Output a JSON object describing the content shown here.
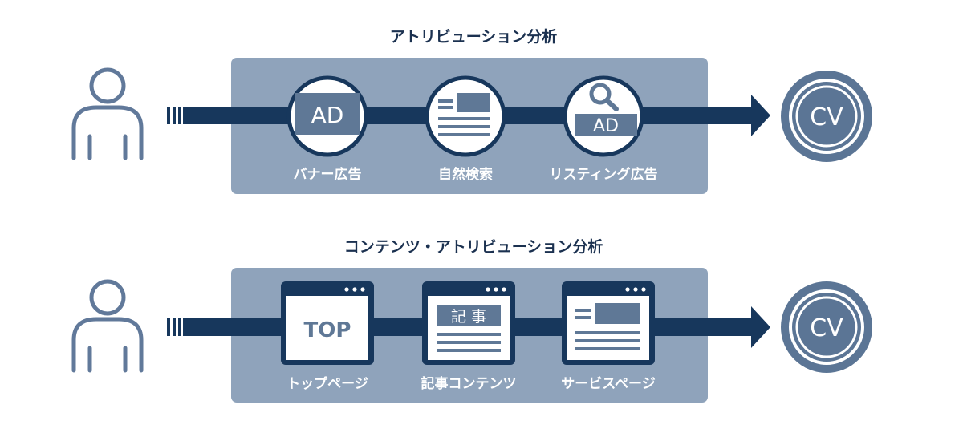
{
  "colors": {
    "navy": "#17375c",
    "panel": "#8fa3bb",
    "icon_blue": "#5f7896",
    "cv_ring": "#5b7595",
    "person": "#61799a"
  },
  "sections": [
    {
      "title": "アトリビューション分析",
      "items": [
        {
          "icon": "banner-ad-icon",
          "icon_text": "AD",
          "label": "バナー広告"
        },
        {
          "icon": "natural-search-icon",
          "icon_text": "",
          "label": "自然検索"
        },
        {
          "icon": "listing-ad-icon",
          "icon_text": "AD",
          "label": "リスティング広告"
        }
      ],
      "goal": "CV"
    },
    {
      "title": "コンテンツ・アトリビューション分析",
      "items": [
        {
          "icon": "top-page-window-icon",
          "icon_text": "TOP",
          "label": "トップページ"
        },
        {
          "icon": "article-window-icon",
          "icon_text": "記 事",
          "label": "記事コンテンツ"
        },
        {
          "icon": "service-page-window-icon",
          "icon_text": "",
          "label": "サービスページ"
        }
      ],
      "goal": "CV"
    }
  ]
}
